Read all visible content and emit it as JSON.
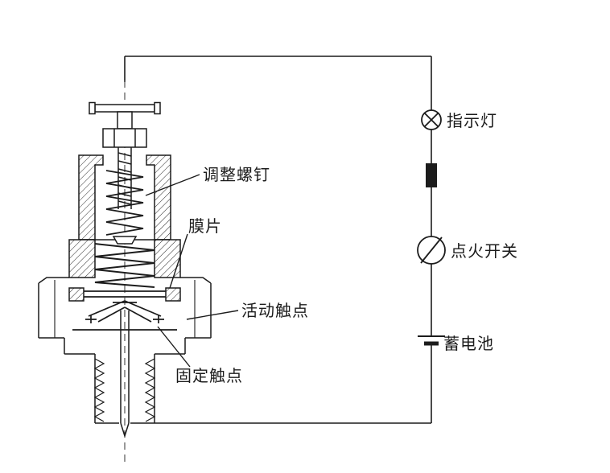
{
  "figure": {
    "description": "Cross-section of an oil pressure switch connected to an indicator lamp circuit",
    "background": "#ffffff",
    "line_color": "#1c1c1c"
  },
  "device_labels": {
    "adjusting_screw": "调整螺钉",
    "diaphragm": "膜片",
    "movable_contact": "活动触点",
    "fixed_contact": "固定触点"
  },
  "circuit_labels": {
    "indicator_lamp": "指示灯",
    "ignition_switch": "点火开关",
    "battery": "蓄电池"
  }
}
